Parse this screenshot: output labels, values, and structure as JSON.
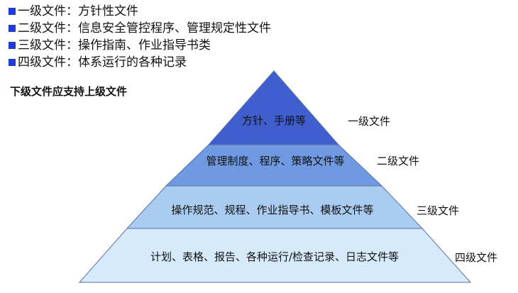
{
  "bullets": [
    "一级文件：方针性文件",
    "二级文件：信息安全管控程序、管理规定性文件",
    "三级文件：操作指南、作业指导书类",
    "四级文件：体系运行的各种记录"
  ],
  "note": "下级文件应支持上级文件",
  "pyramid": {
    "tiers": [
      {
        "text": "方针、手册等",
        "level": "一级文件",
        "color": "#3f5fcf"
      },
      {
        "text": "管理制度、程序、策略文件等",
        "level": "二级文件",
        "color": "#6f9ae2"
      },
      {
        "text": "操作规范、规程、作业指导书、模板文件等",
        "level": "三级文件",
        "color": "#a9ccf0"
      },
      {
        "text": "计划、表格、报告、各种运行/检查记录、日志文件等",
        "level": "四级文件",
        "color": "#d7eafb"
      }
    ]
  }
}
